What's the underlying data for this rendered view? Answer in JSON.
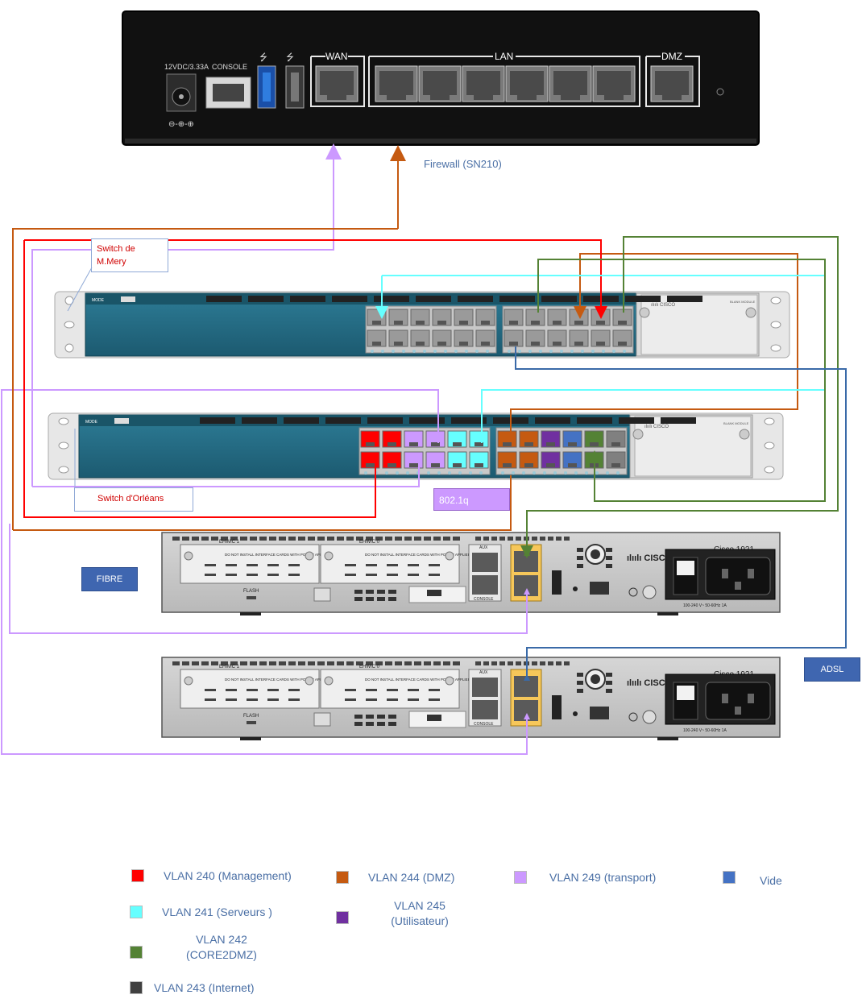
{
  "firewall": {
    "caption": "Firewall (SN210)",
    "power_label": "12VDC/3.33A",
    "console_label": "CONSOLE",
    "wan_label": "WAN",
    "lan_label": "LAN",
    "dmz_label": "DMZ"
  },
  "switches": {
    "top_callout": "Switch de M.Mery",
    "bottom_callout": "Switch d'Orléans",
    "trunk_callout": "802.1q",
    "module_label": "BLANK MODULE",
    "mode_label": "MODE"
  },
  "routers": {
    "model": "Cisco 1921",
    "fibre_tag": "FIBRE",
    "adsl_tag": "ADSL",
    "ehwic1": "EHWIC 1",
    "ehwic0": "EHWIC 0",
    "slot_text": "DO NOT INSTALL INTERFACE CARDS WITH POWER APPLIED",
    "aux_label": "AUX",
    "console_label": "CONSOLE",
    "power_rating": "100-240 V~ 50-60Hz 1A",
    "flash_label": "FLASH"
  },
  "legend": [
    {
      "label": "VLAN 240 (Management)",
      "color": "#ff0000"
    },
    {
      "label": "VLAN 244 (DMZ)",
      "color": "#c55a11"
    },
    {
      "label": "VLAN 249 (transport)",
      "color": "#cc99ff"
    },
    {
      "label": "Vide",
      "color": "#4472c4"
    },
    {
      "label": "VLAN 241 (Serveurs )",
      "color": "#66ffff"
    },
    {
      "label": "VLAN 245 (Utilisateur)",
      "color": "#7030a0"
    },
    {
      "label": "VLAN 242 (CORE2DMZ)",
      "color": "#548235"
    },
    {
      "label": "VLAN 243 (Internet)",
      "color": "#404040"
    }
  ],
  "colors": {
    "vlan240": "#ff0000",
    "vlan241": "#66ffff",
    "vlan242": "#548235",
    "vlan244": "#c55a11",
    "vlan245": "#7030a0",
    "vlan249": "#cc99ff",
    "vide": "#4472c4",
    "inet": "#808080"
  }
}
